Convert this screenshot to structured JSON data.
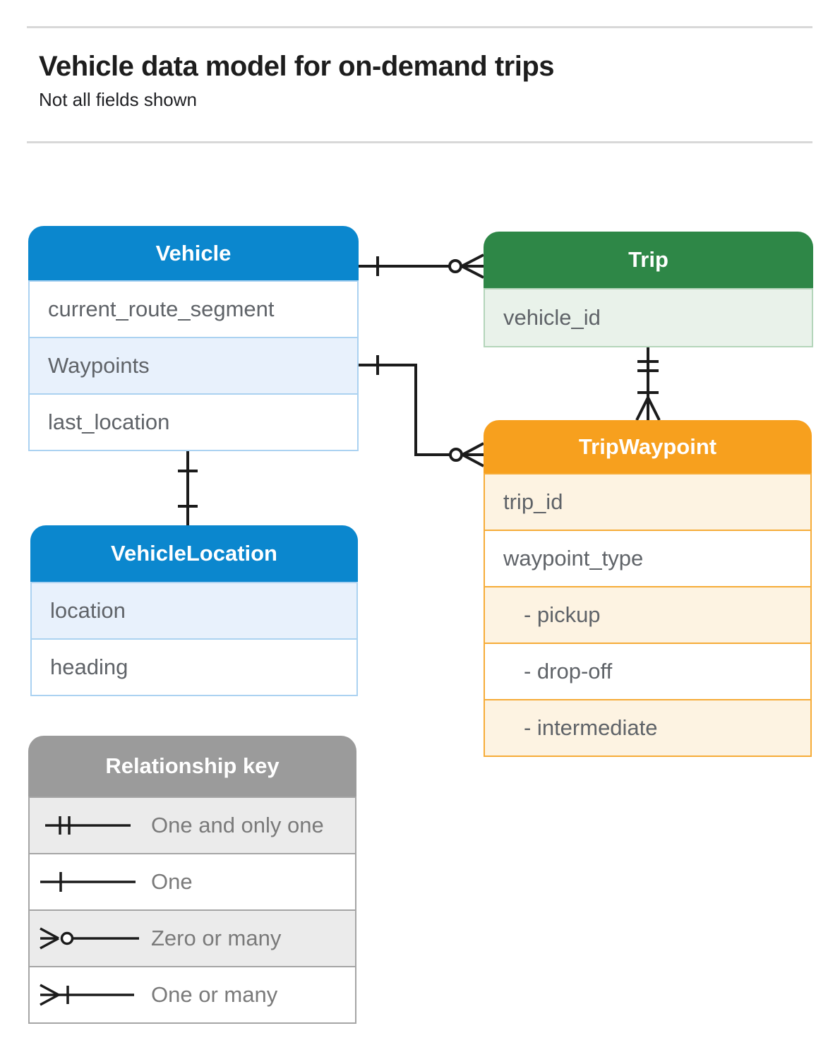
{
  "header": {
    "title": "Vehicle data model for on-demand trips",
    "subtitle": "Not all fields shown"
  },
  "colors": {
    "blue": "#0b87ce",
    "blue_light": "#e8f1fc",
    "blue_border": "#abd2f1",
    "green": "#2e8747",
    "green_light": "#e9f2ea",
    "green_border": "#b4d5ba",
    "orange": "#f7a01e",
    "orange_light": "#fdf3e2",
    "orange_border": "#f6ac38",
    "gray": "#9b9b9b",
    "gray_light": "#ebebeb",
    "divider": "#d8d8d8",
    "connector": "#1b1b1b"
  },
  "entities": {
    "vehicle": {
      "title": "Vehicle",
      "fields": [
        {
          "label": "current_route_segment"
        },
        {
          "label": "Waypoints"
        },
        {
          "label": "last_location"
        }
      ]
    },
    "trip": {
      "title": "Trip",
      "fields": [
        {
          "label": "vehicle_id"
        }
      ]
    },
    "trip_waypoint": {
      "title": "TripWaypoint",
      "fields": [
        {
          "label": "trip_id"
        },
        {
          "label": "waypoint_type"
        },
        {
          "label": "- pickup"
        },
        {
          "label": "- drop-off"
        },
        {
          "label": "- intermediate"
        }
      ]
    },
    "vehicle_location": {
      "title": "VehicleLocation",
      "fields": [
        {
          "label": "location"
        },
        {
          "label": "heading"
        }
      ]
    }
  },
  "legend": {
    "title": "Relationship key",
    "items": [
      {
        "symbol": "one-and-only-one-icon",
        "label": "One and only one"
      },
      {
        "symbol": "one-icon",
        "label": "One"
      },
      {
        "symbol": "zero-or-many-icon",
        "label": "Zero or many"
      },
      {
        "symbol": "one-or-many-icon",
        "label": "One or many"
      }
    ]
  },
  "relationships": [
    {
      "from": "Vehicle",
      "to": "Trip",
      "from_cardinality": "one",
      "to_cardinality": "zero or many"
    },
    {
      "from": "Vehicle.Waypoints",
      "to": "TripWaypoint",
      "from_cardinality": "one",
      "to_cardinality": "zero or many"
    },
    {
      "from": "Trip",
      "to": "TripWaypoint",
      "from_cardinality": "one and only one",
      "to_cardinality": "one or many"
    },
    {
      "from": "Vehicle",
      "to": "VehicleLocation",
      "from_cardinality": "one",
      "to_cardinality": "one"
    }
  ]
}
